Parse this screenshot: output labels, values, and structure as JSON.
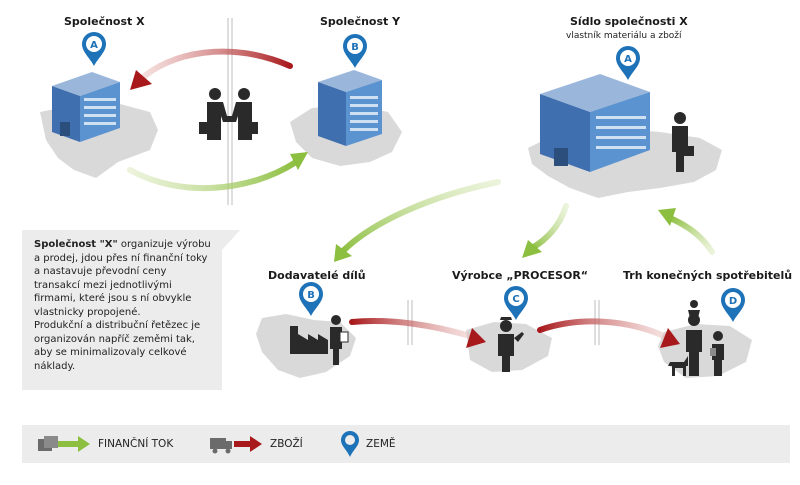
{
  "nodes": {
    "company_x": {
      "title": "Společnost X",
      "pin": "A"
    },
    "company_y": {
      "title": "Společnost Y",
      "pin": "B"
    },
    "hq": {
      "title": "Sídlo společnosti X",
      "subtitle": "vlastník materiálu a zboží",
      "pin": "A"
    },
    "suppliers": {
      "title": "Dodavatelé dílů",
      "pin": "B"
    },
    "processor": {
      "title": "Výrobce „PROCESOR“",
      "pin": "C"
    },
    "market": {
      "title": "Trh konečných spotřebitelů",
      "pin": "D"
    }
  },
  "info": {
    "bold_lead": "Společnost \"X\"",
    "p1": " organizuje výrobu a prodej, jdou přes ní finanční toky a nastavuje převodní ceny transakcí mezi jednotlivými firmami, které jsou s ní obvykle vlastnicky propojené.",
    "p2": "Produkční a distribuční řetězec je organizován napříč zeměmi tak, aby se minimalizovaly celkové náklady."
  },
  "legend": {
    "financial_flow": "FINANČNÍ TOK",
    "goods": "ZBOŽÍ",
    "country": "ZEMĚ"
  },
  "colors": {
    "financial": "#8cbf3f",
    "goods": "#a8191c",
    "pin": "#1d72b8",
    "building": "#4d88c8",
    "map": "#d9d9d9"
  }
}
